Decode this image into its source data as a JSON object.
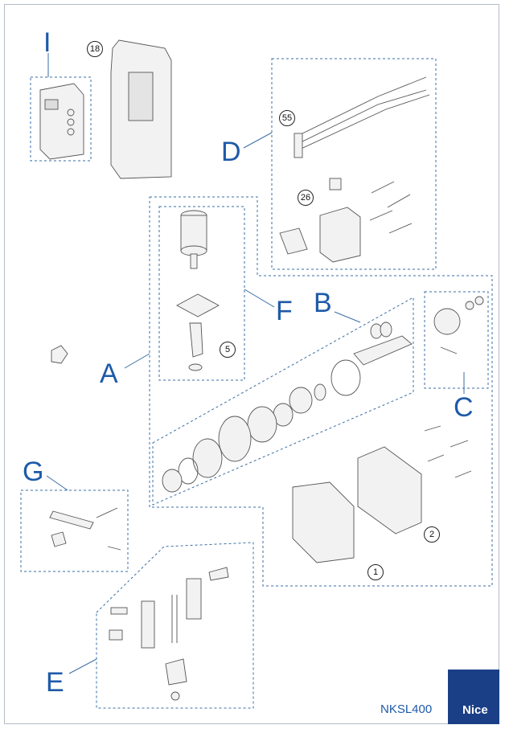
{
  "groups": {
    "A": "A",
    "B": "B",
    "C": "C",
    "D": "D",
    "E": "E",
    "F": "F",
    "G": "G",
    "I": "I"
  },
  "callouts": {
    "c18": "18",
    "c55": "55",
    "c26": "26",
    "c5": "5",
    "c1": "1",
    "c2": "2"
  },
  "footer": {
    "model": "NKSL400",
    "brand": "Nice"
  },
  "colors": {
    "letters": "#1e5aa8",
    "logo_bg": "#1a3f86",
    "dash_border": "#3a6ea5"
  }
}
